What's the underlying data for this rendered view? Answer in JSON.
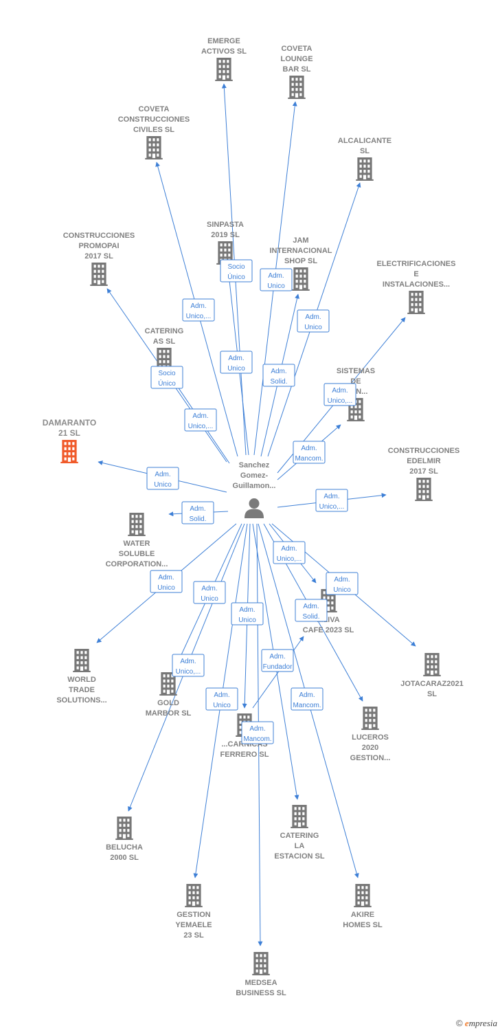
{
  "center": {
    "label": [
      "Sanchez",
      "Gomez-",
      "Guillamon..."
    ]
  },
  "colors": {
    "company": "#777777",
    "highlight": "#f05a2a",
    "edge": "#3d7fd6",
    "person": "#7a7a7a"
  },
  "footer": {
    "copyright": "©",
    "brand_first": "e",
    "brand_rest": "mpresia"
  },
  "nodes": [
    {
      "id": "emerge",
      "label": [
        "EMERGE",
        "ACTIVOS  SL"
      ]
    },
    {
      "id": "coveta_lounge",
      "label": [
        "COVETA",
        "LOUNGE",
        "BAR  SL"
      ]
    },
    {
      "id": "coveta_construcciones",
      "label": [
        "COVETA",
        "CONSTRUCCIONES",
        "CIVILES  SL"
      ]
    },
    {
      "id": "alcalicante",
      "label": [
        "ALCALICANTE",
        "SL"
      ]
    },
    {
      "id": "sinpasta",
      "label": [
        "SINPASTA",
        "2019  SL"
      ]
    },
    {
      "id": "jam",
      "label": [
        "JAM",
        "INTERNACIONAL",
        "SHOP  SL"
      ]
    },
    {
      "id": "promopai",
      "label": [
        "CONSTRUCCIONES",
        "PROMOPAI",
        "2017  SL"
      ]
    },
    {
      "id": "electrificaciones",
      "label": [
        "ELECTRIFICACIONES",
        "E",
        "INSTALACIONES..."
      ]
    },
    {
      "id": "catering_as",
      "label": [
        "CATERING",
        "AS  SL"
      ]
    },
    {
      "id": "sistemas",
      "label": [
        "SISTEMAS",
        "DE",
        "...ON..."
      ]
    },
    {
      "id": "damaranto",
      "label": [
        "DAMARANTO",
        "21  SL"
      ],
      "highlight": true
    },
    {
      "id": "edelmir",
      "label": [
        "CONSTRUCCIONES",
        "EDELMIR",
        "2017  SL"
      ]
    },
    {
      "id": "water",
      "label": [
        "WATER",
        "SOLUBLE",
        "CORPORATION..."
      ]
    },
    {
      "id": "oliva",
      "label": [
        "...LIVA",
        "CAFE 2023  SL"
      ]
    },
    {
      "id": "jotacaraz",
      "label": [
        "JOTACARAZ2021",
        "SL"
      ]
    },
    {
      "id": "world",
      "label": [
        "WORLD",
        "TRADE",
        "SOLUTIONS..."
      ]
    },
    {
      "id": "gold",
      "label": [
        "GOLD",
        "MARBOR SL"
      ]
    },
    {
      "id": "carnicas",
      "label": [
        "...CARNICAS",
        "FERRERO SL"
      ]
    },
    {
      "id": "luceros",
      "label": [
        "LUCEROS",
        "2020",
        "GESTION..."
      ]
    },
    {
      "id": "belucha",
      "label": [
        "BELUCHA",
        "2000 SL"
      ]
    },
    {
      "id": "catering_estacion",
      "label": [
        "CATERING",
        "LA",
        "ESTACION  SL"
      ]
    },
    {
      "id": "gestion",
      "label": [
        "GESTION",
        "YEMAELE",
        "23  SL"
      ]
    },
    {
      "id": "akire",
      "label": [
        "AKIRE",
        "HOMES  SL"
      ]
    },
    {
      "id": "medsea",
      "label": [
        "MEDSEA",
        "BUSINESS  SL"
      ]
    }
  ],
  "edges": [
    {
      "to": "emerge",
      "role": [
        "Socio",
        "Único"
      ]
    },
    {
      "to": "coveta_lounge",
      "role": [
        "Adm.",
        "Unico"
      ]
    },
    {
      "to": "coveta_construcciones",
      "role": [
        "Adm.",
        "Unico,..."
      ]
    },
    {
      "to": "alcalicante",
      "role": [
        "Adm.",
        "Unico"
      ]
    },
    {
      "to": "sinpasta",
      "role": [
        "Adm.",
        "Unico"
      ]
    },
    {
      "to": "jam",
      "role": [
        "Adm.",
        "Solid."
      ]
    },
    {
      "to": "promopai",
      "role": [
        "Socio",
        "Único"
      ]
    },
    {
      "to": "catering_as",
      "role": [
        "Adm.",
        "Unico,..."
      ]
    },
    {
      "to": "electrificaciones",
      "role": [
        "Adm.",
        "Unico,..."
      ]
    },
    {
      "to": "sistemas",
      "role": [
        "Adm.",
        "Mancom."
      ]
    },
    {
      "to": "damaranto",
      "role": [
        "Adm.",
        "Unico"
      ]
    },
    {
      "to": "water",
      "role": [
        "Adm.",
        "Solid."
      ]
    },
    {
      "to": "edelmir",
      "role": [
        "Adm.",
        "Unico,..."
      ]
    },
    {
      "to": "oliva",
      "role": [
        "Adm.",
        "Unico,..."
      ]
    },
    {
      "to": "jotacaraz",
      "role": [
        "Adm.",
        "Unico"
      ]
    },
    {
      "to": "world",
      "role": [
        "Adm.",
        "Unico"
      ]
    },
    {
      "to": "gold",
      "role": [
        "Adm.",
        "Unico"
      ]
    },
    {
      "to": "carnicas",
      "role": [
        "Adm.",
        "Unico"
      ]
    },
    {
      "to": "luceros",
      "role": [
        "Adm.",
        "Solid."
      ]
    },
    {
      "to": "carnicas",
      "role": [
        "Adm.",
        "Fundador"
      ]
    },
    {
      "to": "belucha",
      "role": [
        "Adm.",
        "Unico,..."
      ]
    },
    {
      "to": "gestion",
      "role": [
        "Adm.",
        "Unico"
      ]
    },
    {
      "to": "medsea",
      "role": [
        "Adm.",
        "Mancom."
      ]
    },
    {
      "to": "akire",
      "role": [
        "Adm.",
        "Mancom."
      ]
    }
  ]
}
